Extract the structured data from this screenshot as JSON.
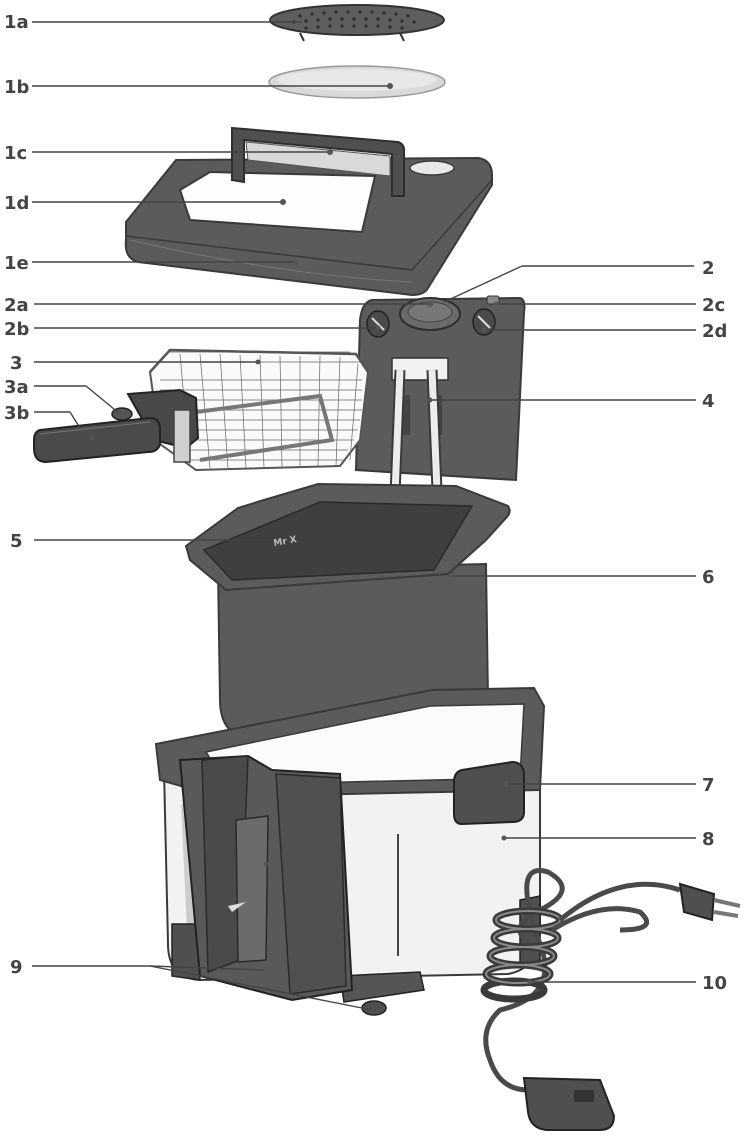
{
  "labels": {
    "l1a": "1a",
    "l1b": "1b",
    "l1c": "1c",
    "l1d": "1d",
    "l1e": "1e",
    "l2": "2",
    "l2a": "2a",
    "l2b": "2b",
    "l2c": "2c",
    "l2d": "2d",
    "l3": "3",
    "l3a": "3a",
    "l3b": "3b",
    "l4": "4",
    "l5": "5",
    "l6": "6",
    "l7": "7",
    "l8": "8",
    "l9": "9",
    "l10": "10"
  },
  "brand_mark": "Mr X",
  "colors": {
    "dark_plastic": "#5b5b5b",
    "stainless": "#f2f2f2",
    "outline": "#3a3a3a",
    "label": "#444444"
  }
}
